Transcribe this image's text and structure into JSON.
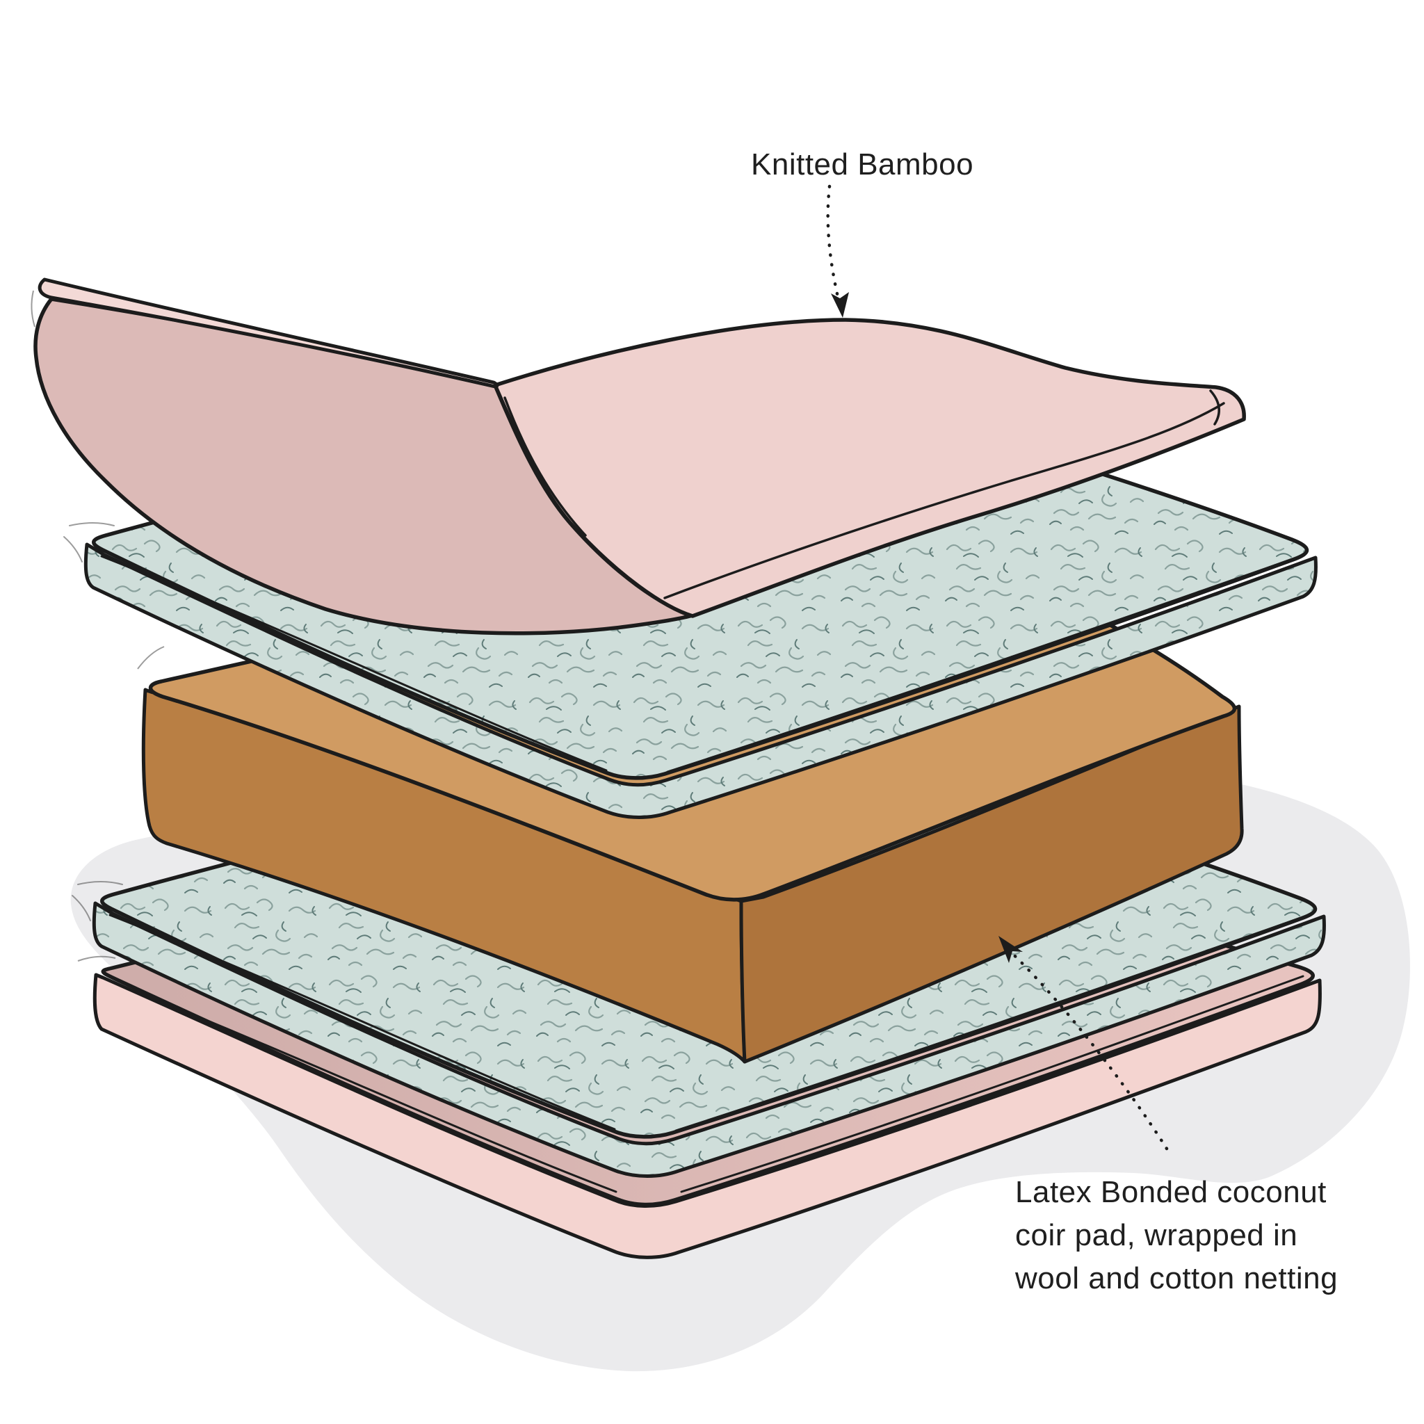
{
  "diagram": {
    "type": "exploded-layer-illustration",
    "subject": "mattress construction layers",
    "labels": {
      "knitted_bamboo": "Knitted Bamboo",
      "coir": {
        "full": "Latex Bonded coconut coir pad, wrapped in wool and cotton netting",
        "line1": "Latex Bonded coconut",
        "line2": "coir pad, wrapped in",
        "line3": "wool and cotton netting"
      }
    },
    "layers": [
      {
        "id": "knitted-bamboo-cover",
        "caption": "Knitted Bamboo"
      },
      {
        "id": "quilted-pad-upper",
        "caption": ""
      },
      {
        "id": "coir-pad",
        "caption": "Latex Bonded coconut coir pad, wrapped in wool and cotton netting"
      },
      {
        "id": "quilted-pad-lower",
        "caption": ""
      },
      {
        "id": "base-layer",
        "caption": ""
      },
      {
        "id": "shadow-blob",
        "caption": ""
      }
    ],
    "colors": {
      "ink": "#1c1c1c",
      "label_text": "#1f1f1f",
      "sheet_top": "#efd1ce",
      "sheet_under": "#dcbab7",
      "sheet_edge": "#f3d9d6",
      "pad_base": "#cfdeda",
      "pad_squiggle": "#8aa19d",
      "pad_squiggle_dark": "#5e7b78",
      "coir_top": "#d09b62",
      "coir_front": "#b97f44",
      "coir_side": "#ae743c",
      "base_top_left": "#cfadaa",
      "base_top_right": "#e7c3bf",
      "base_front": "#f4d4d0",
      "shadow": "#ebebed",
      "sketch_stray": "#5a5a5a"
    }
  }
}
